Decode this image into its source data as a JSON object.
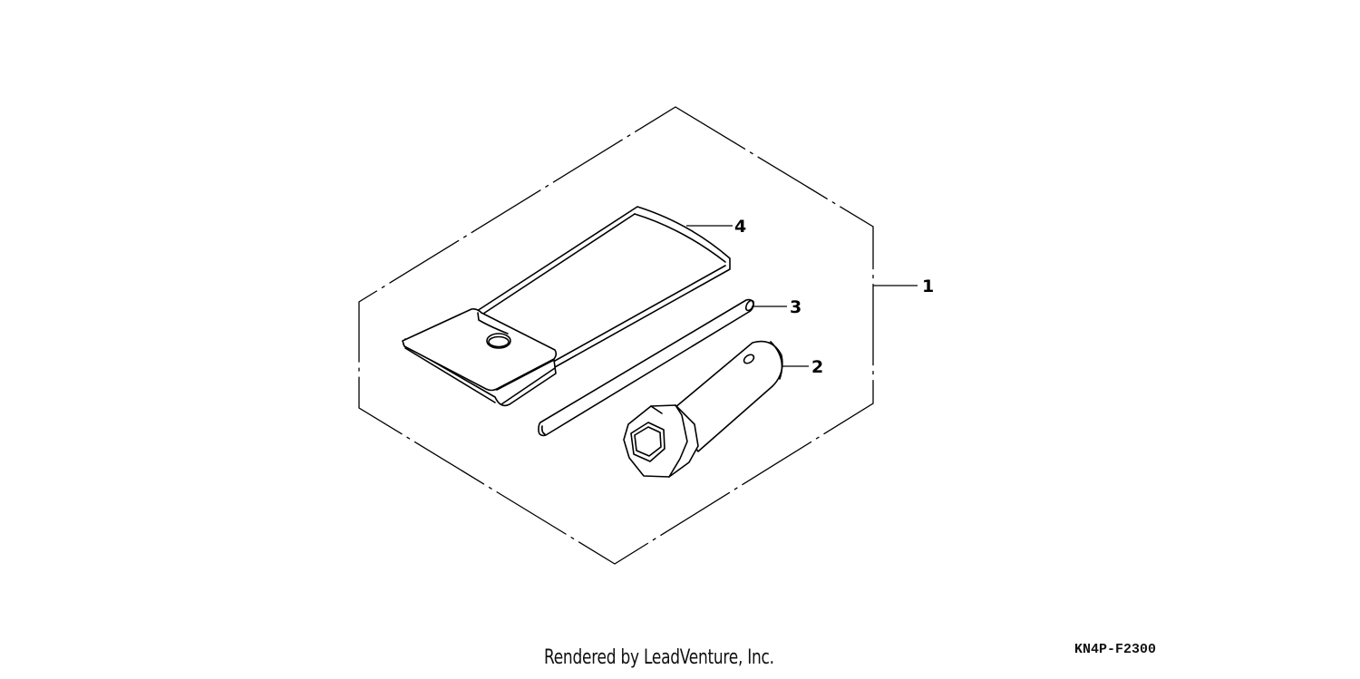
{
  "diagram": {
    "callouts": [
      {
        "id": "1",
        "label": "1"
      },
      {
        "id": "2",
        "label": "2"
      },
      {
        "id": "3",
        "label": "3"
      },
      {
        "id": "4",
        "label": "4"
      }
    ],
    "footer_credit": "Rendered by LeadVenture, Inc.",
    "diagram_code": "KN4P-F2300"
  }
}
